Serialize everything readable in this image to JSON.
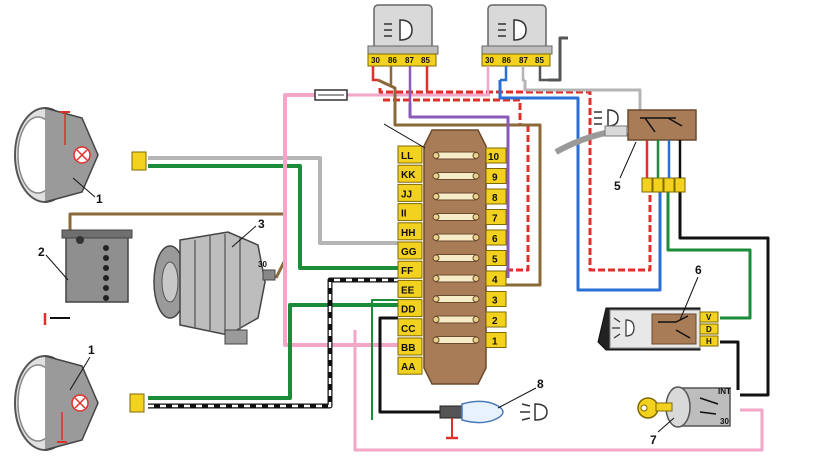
{
  "callouts": {
    "c1a": "1",
    "c1b": "1",
    "c2": "2",
    "c3": "3",
    "c5": "5",
    "c6": "6",
    "c7": "7",
    "c8": "8"
  },
  "relay_pins": [
    "30",
    "86",
    "87",
    "85"
  ],
  "fuse_letters": [
    "L",
    "K",
    "J",
    "I",
    "H",
    "G",
    "F",
    "E",
    "D",
    "C",
    "B",
    "A"
  ],
  "fuse_numbers": [
    "10",
    "9",
    "8",
    "7",
    "6",
    "5",
    "4",
    "3",
    "2",
    "1"
  ],
  "generator_terminal": "30",
  "switch_positions": [
    "V",
    "D",
    "H"
  ],
  "ignition_terminals": {
    "int": "INT",
    "t30": "30"
  },
  "colors": {
    "wire_green": "#1a8c3a",
    "wire_gray": "#b5b5b5",
    "wire_pink": "#f2a6c8",
    "wire_brown": "#8a6a3a",
    "wire_red": "#e0302a",
    "wire_blue": "#2a6fd6",
    "wire_violet": "#8a5ab8",
    "wire_black": "#111111",
    "fuse_block": "#a87c57",
    "connector_yellow": "#f2d21e"
  }
}
